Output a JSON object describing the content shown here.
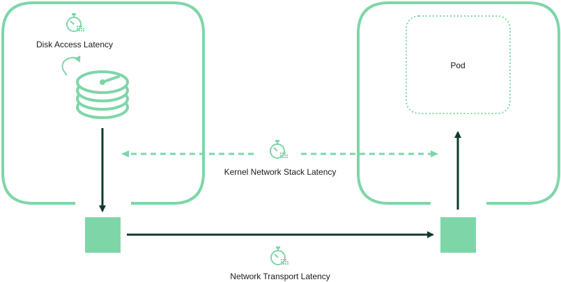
{
  "colors": {
    "accent": "#7ed6a8",
    "arrow": "#0d3b2e",
    "text": "#1a1a1a"
  },
  "labels": {
    "disk": "Disk Access Latency",
    "pod": "Pod",
    "kernel": "Kernel Network Stack Latency",
    "transport": "Network Transport Latency"
  },
  "icons": {
    "timer": "stopwatch-icon",
    "disk": "disk-stack-icon"
  }
}
